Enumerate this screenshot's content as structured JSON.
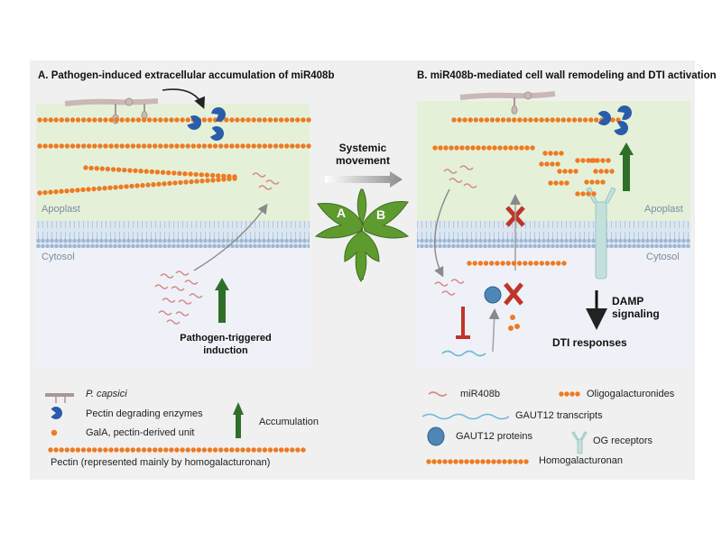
{
  "panel_a": {
    "title": "A. Pathogen-induced extracellular accumulation of miR408b",
    "apoplast_label": "Apoplast",
    "cytosol_label": "Cytosol",
    "induction_label_line1": "Pathogen-triggered",
    "induction_label_line2": "induction"
  },
  "panel_b": {
    "title": "B. miR408b-mediated cell wall remodeling and DTI activation",
    "apoplast_label": "Apoplast",
    "cytosol_label": "Cytosol",
    "damp_line1": "DAMP",
    "damp_line2": "signaling",
    "dti_responses": "DTI responses"
  },
  "center": {
    "systemic_line1": "Systemic",
    "systemic_line2": "movement",
    "leaf_label_a": "A",
    "leaf_label_b": "B"
  },
  "legend": {
    "p_capsici": "P. capsici",
    "pectin_enzymes": "Pectin degrading enzymes",
    "accumulation": "Accumulation",
    "gala": "GalA, pectin-derived unit",
    "pectin": "Pectin (represented mainly by homogalacturonan)",
    "mir408b": "miR408b",
    "oligogalacturonides": "Oligogalacturonides",
    "gaut12_transcripts": "GAUT12 transcripts",
    "gaut12_proteins": "GAUT12 proteins",
    "og_receptors": "OG receptors",
    "homogalacturonan": "Homogalacturonan"
  },
  "colors": {
    "orange": "#ee7a22",
    "pacman_blue": "#2a5caa",
    "green_arrow": "#2f6f2a",
    "red_mark": "#c0332b",
    "apoplast_bg": "#e4f1d8",
    "cytosol_bg": "#eef2f8",
    "membrane": "#a8bdd6",
    "mirna_pink": "#d98a8a",
    "transcript_blue": "#6fb6d9",
    "receptor": "#b9d9d6"
  }
}
